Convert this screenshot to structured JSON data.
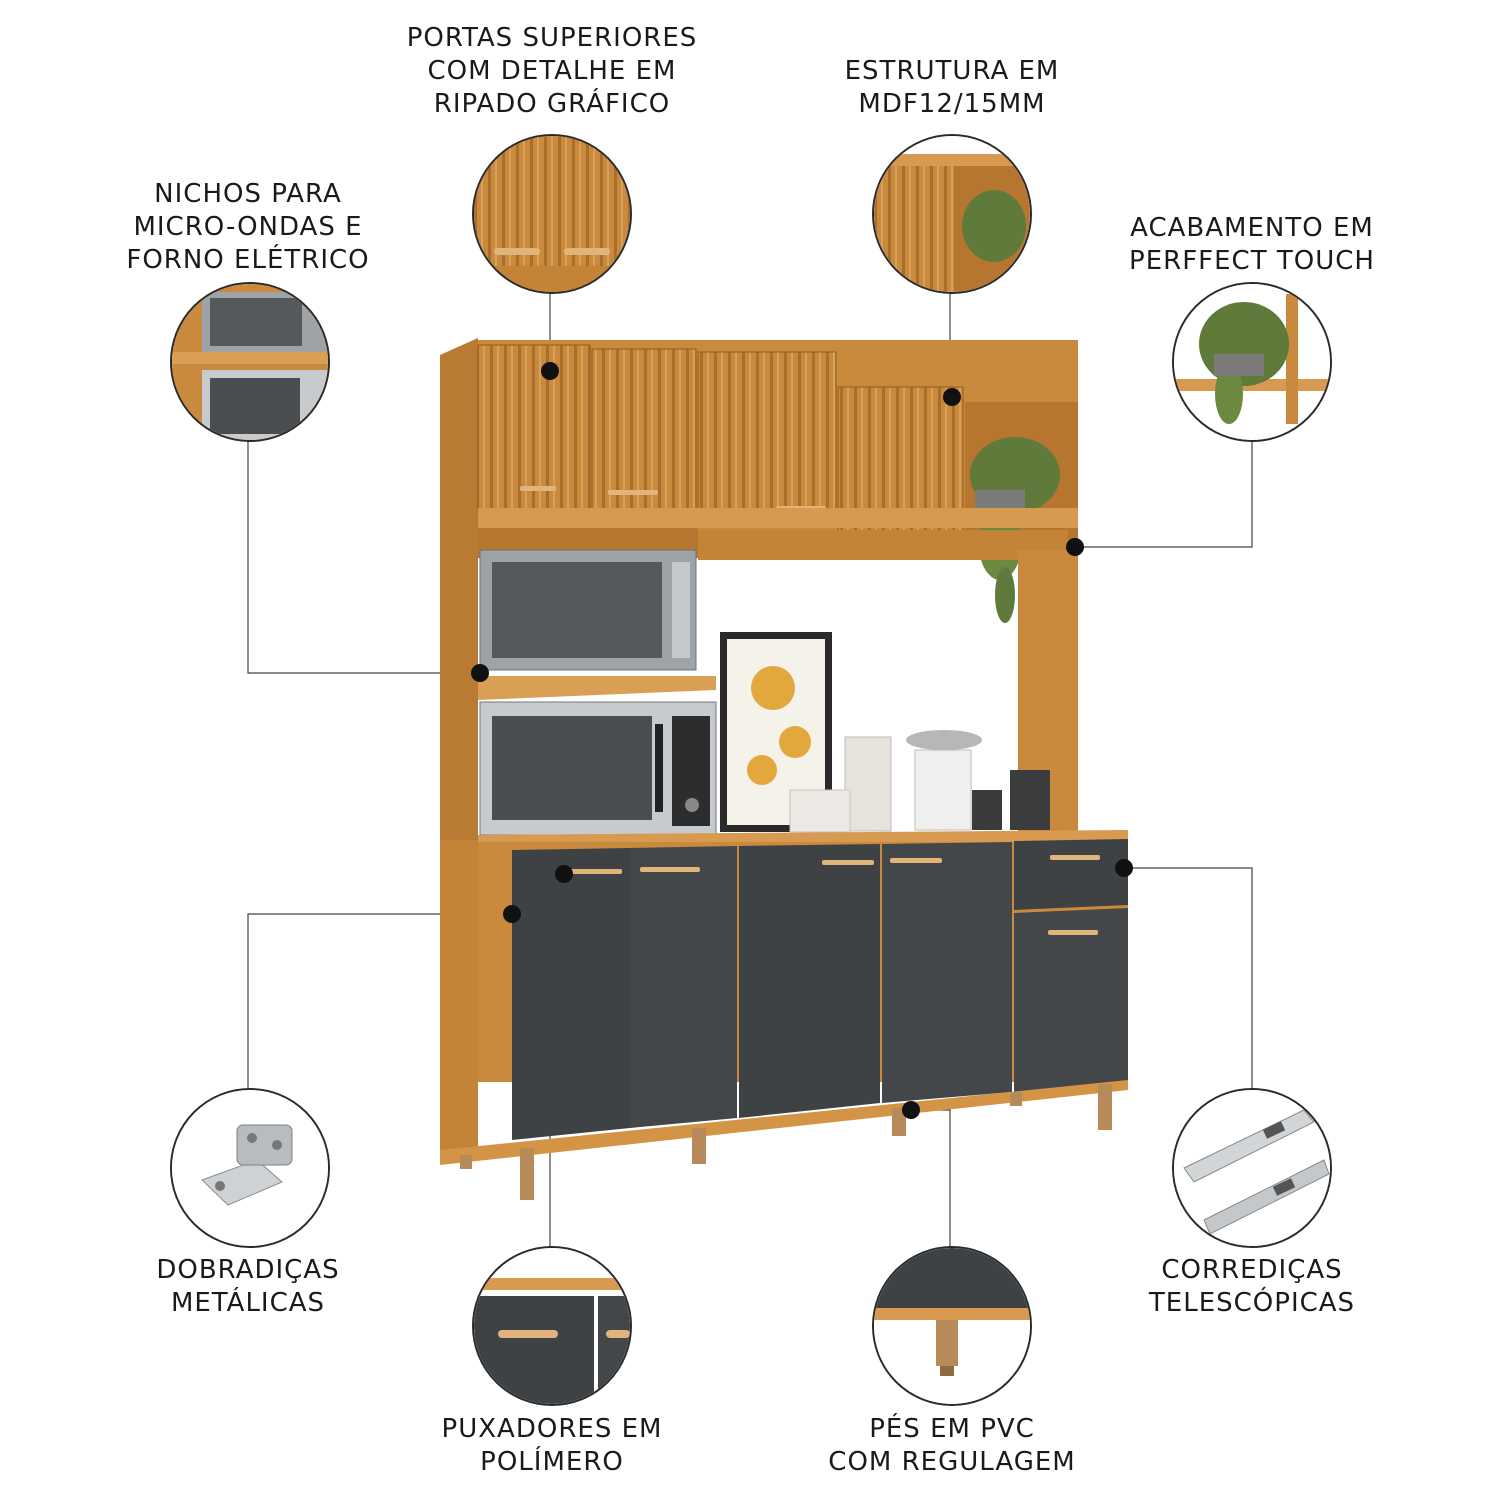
{
  "colors": {
    "wood": "#c98a3e",
    "wood_dark": "#a86d27",
    "graphite": "#3f4245",
    "graphite_dark": "#2e3032",
    "leader_line": "#333333",
    "dot": "#111111"
  },
  "features": [
    {
      "id": "upper_doors",
      "lines": [
        "PORTAS SUPERIORES",
        "COM DETALHE EM",
        "RIPADO GRÁFICO"
      ],
      "icon": "ribbed-door-icon"
    },
    {
      "id": "structure",
      "lines": [
        "ESTRUTURA EM",
        "MDF12/15MM"
      ],
      "icon": "cabinet-corner-icon"
    },
    {
      "id": "niches",
      "lines": [
        "NICHOS PARA",
        "MICRO-ONDAS E",
        "FORNO ELÉTRICO"
      ],
      "icon": "microwave-icon"
    },
    {
      "id": "finish",
      "lines": [
        "ACABAMENTO EM",
        "PERFFECT TOUCH"
      ],
      "icon": "plant-shelf-icon"
    },
    {
      "id": "hinges",
      "lines": [
        "DOBRADIÇAS",
        "METÁLICAS"
      ],
      "icon": "hinge-icon"
    },
    {
      "id": "slides",
      "lines": [
        "CORREDIÇAS",
        "TELESCÓPICAS"
      ],
      "icon": "drawer-slide-icon"
    },
    {
      "id": "handles",
      "lines": [
        "PUXADORES EM",
        "POLÍMERO"
      ],
      "icon": "handle-icon"
    },
    {
      "id": "feet",
      "lines": [
        "PÉS EM PVC",
        "COM REGULAGEM"
      ],
      "icon": "adjustable-foot-icon"
    }
  ]
}
